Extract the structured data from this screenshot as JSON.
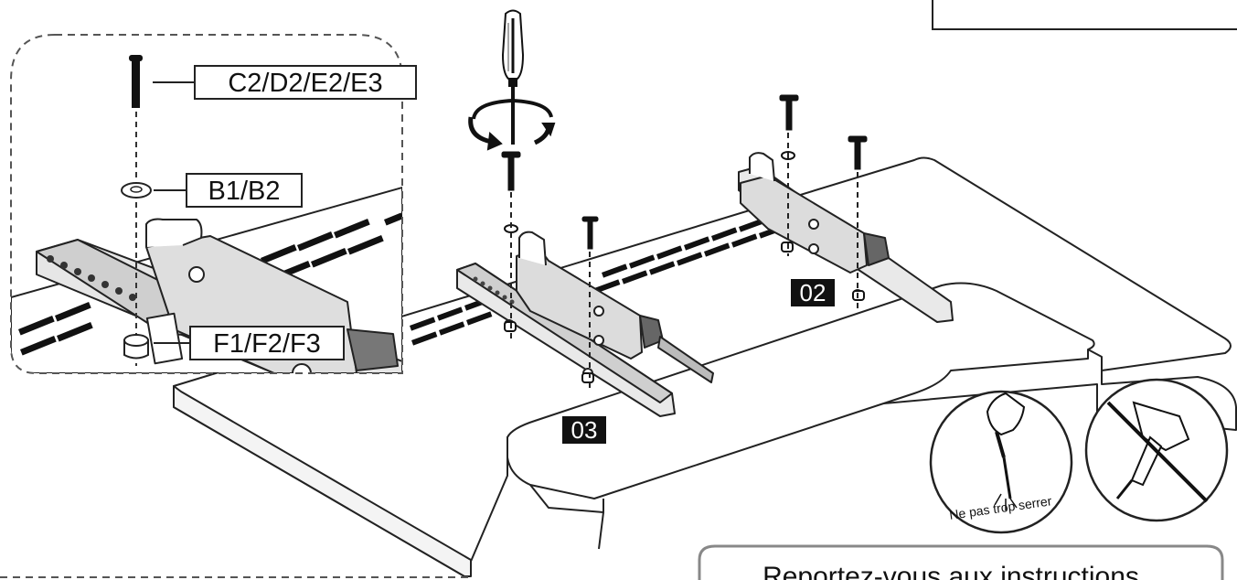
{
  "parts": {
    "screws": "C2/D2/E2/E3",
    "washers": "B1/B2",
    "spacers": "F1/F2/F3"
  },
  "step_tags": {
    "bracket_right": "02",
    "bracket_left": "03"
  },
  "warning": {
    "hand_tool_caption": "Ne pas trop serrer"
  },
  "note": {
    "text": "Reportez-vous aux instructions"
  }
}
